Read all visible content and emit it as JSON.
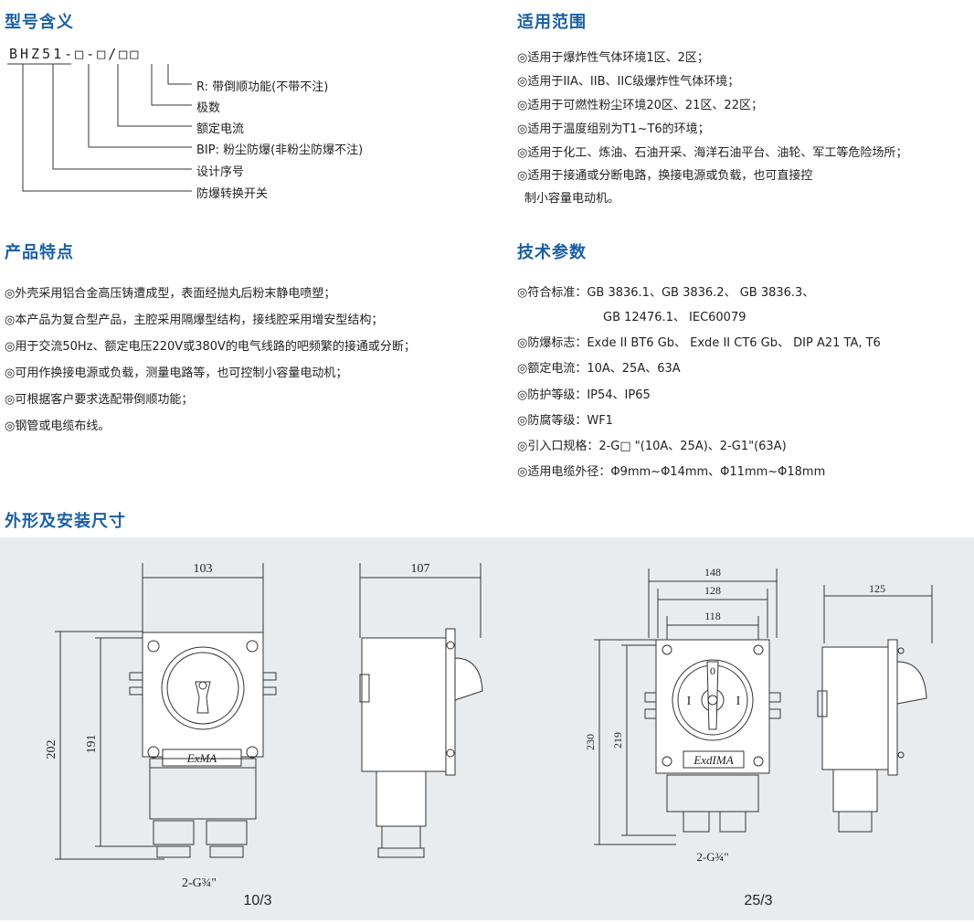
{
  "sections": {
    "model": "型号含义",
    "scope": "适用范围",
    "features": "产品特点",
    "tech": "技术参数",
    "dims": "外形及安装尺寸"
  },
  "model": {
    "code": "BHZ51-□-□/□□",
    "labels": [
      "R: 带倒顺功能(不带不注)",
      "极数",
      "额定电流",
      "BIP: 粉尘防爆(非粉尘防爆不注)",
      "设计序号",
      "防爆转换开关"
    ]
  },
  "scope": [
    "◎适用于爆炸性气体环境1区、2区；",
    "◎适用于IIA、IIB、IIC级爆炸性气体环境；",
    "◎适用于可燃性粉尘环境20区、21区、22区；",
    "◎适用于温度组别为T1~T6的环境；",
    "◎适用于化工、炼油、石油开采、海洋石油平台、油轮、军工等危险场所；",
    "◎适用于接通或分断电路，换接电源或负载，也可直接控",
    " 制小容量电动机。"
  ],
  "features": [
    "◎外壳采用铝合金高压铸遭成型，表面经抛丸后粉末静电喷塑；",
    "◎本产品为复合型产品，主腔采用隔爆型结构，接线腔采用增安型结构；",
    "◎用于交流50Hz、额定电压220V或380V的电气线路的吧频繁的接通或分断；",
    "◎可用作换接电源或负载，测量电路等，也可控制小容量电动机；",
    "◎可根据客户要求选配带倒顺功能；",
    "◎钢管或电缆布线。"
  ],
  "tech": [
    "◎符合标准：GB 3836.1、GB 3836.2、 GB 3836.3、",
    "GB 12476.1、 IEC60079",
    "◎防爆标志：Exde II BT6 Gb、 Exde II CT6 Gb、 DIP A21 TA, T6",
    "◎额定电流：10A、25A、63A",
    "◎防护等级：IP54、IP65",
    "◎防腐等级：WF1",
    "◎引入口规格：2-G□ \"(10A、25A)、2-G1\"(63A)",
    "◎适用电缆外径：Φ9mm~Φ14mm、Φ11mm~Φ18mm"
  ],
  "drawing": {
    "d1": {
      "w": "103",
      "side": "107",
      "h_outer": "202",
      "h_inner": "191",
      "mark": "ExMA",
      "thread": "2-G¾\"",
      "caption": "10/3"
    },
    "d2": {
      "w1": "148",
      "w2": "128",
      "w3": "118",
      "side": "125",
      "h_outer": "230",
      "h_inner": "219",
      "mark": "ExdIMA",
      "thread": "2-G¾\"",
      "caption": "25/3",
      "switch_i": "I",
      "switch_o": "0"
    }
  }
}
